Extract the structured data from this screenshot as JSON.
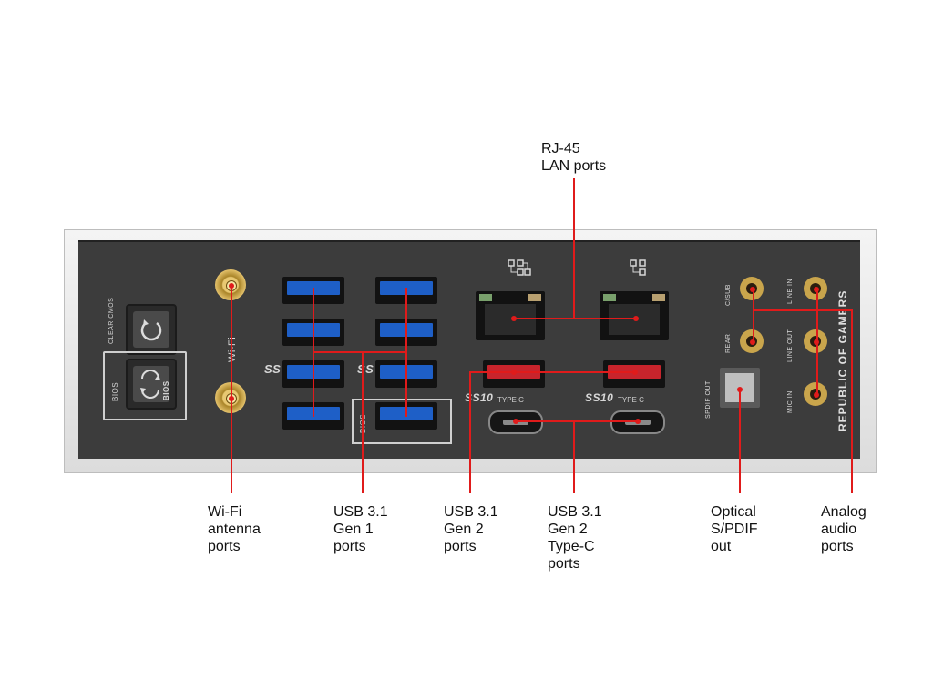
{
  "callouts": {
    "rj45": "RJ-45\nLAN ports",
    "wifi": "Wi-Fi\nantenna\nports",
    "usb31_gen1": "USB 3.1\nGen 1\nports",
    "usb31_gen2": "USB 3.1\nGen 2\nports",
    "usb31_gen2_typec": "USB 3.1\nGen 2\nType-C\nports",
    "spdif": "Optical\nS/PDIF\nout",
    "analog": "Analog\naudio\nports"
  },
  "panel_labels": {
    "clear_cmos": "CLEAR\nCMOS",
    "bios": "BIOS",
    "bios_btn": "BIOS",
    "wifi": "Wi-Fi",
    "bios_usb": "BIOS",
    "type_c_1": "TYPE C",
    "type_c_2": "TYPE C",
    "spdif_out": "SPDIF OUT",
    "c_sub": "C/SUB",
    "rear": "REAR",
    "line_in": "LINE IN",
    "line_out": "LINE OUT",
    "mic_in": "MIC IN",
    "brand": "REPUBLIC OF GAMERS",
    "ss_1": "SS",
    "ss_2": "SS",
    "ss10_1": "SS10",
    "ss10_2": "SS10"
  },
  "colors": {
    "callout_line": "#e01b1b",
    "usb_gen1": "#1e5fc7",
    "usb_gen2": "#c8242c",
    "audio_jack": "#c9a54c"
  },
  "icons": [
    "network-icon",
    "refresh-icon",
    "superspeed-usb-icon"
  ]
}
